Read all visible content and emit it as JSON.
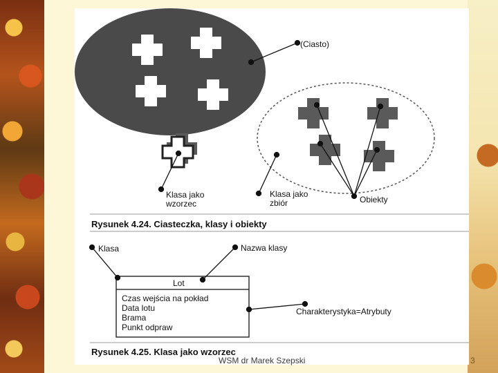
{
  "figure_top": {
    "label_ciasto": "(Ciasto)",
    "label_klasa_wzorzec_1": "Klasa jako",
    "label_klasa_wzorzec_2": "wzorzec",
    "label_klasa_zbior_1": "Klasa jako",
    "label_klasa_zbior_2": "zbiór",
    "label_obiekty": "Obiekty",
    "caption": "Rysunek 4.24. Ciasteczka, klasy i obiekty"
  },
  "figure_bottom": {
    "label_klasa": "Klasa",
    "label_nazwa_klasy": "Nazwa klasy",
    "class_name": "Lot",
    "attributes": [
      "Czas wejścia na pokład",
      "Data lotu",
      "Brama",
      "Punkt odpraw"
    ],
    "label_charakterystyka": "Charakterystyka=Atrybuty",
    "caption": "Rysunek 4.25. Klasa jako wzorzec"
  },
  "footer": {
    "author": "WSM dr Marek Szepski",
    "page_number": "3"
  },
  "colors": {
    "dough": "#4a4a4a",
    "cross_object": "#5a5a5a",
    "ink": "#111111"
  }
}
